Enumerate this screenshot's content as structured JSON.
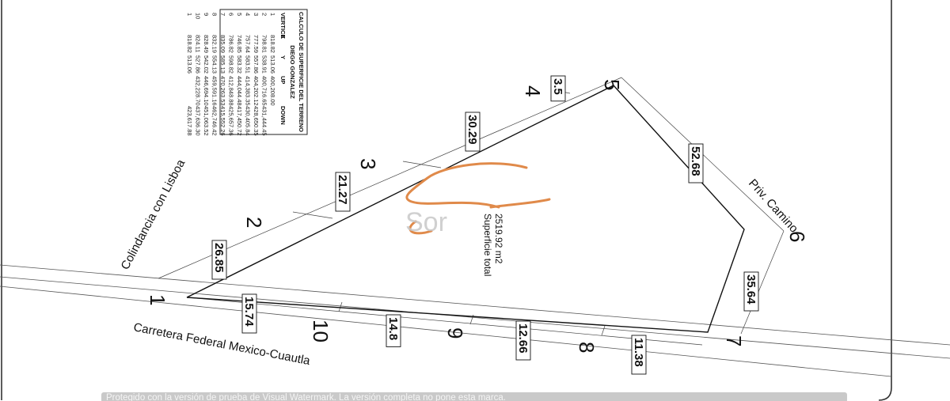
{
  "table": {
    "title": "CALCULO DE SUPERFICIE DEL TERRENO",
    "subtitle": "DIEGO GONZALEZ",
    "headers": [
      "VERTICE",
      "X",
      "Y",
      "UP",
      "DOWN"
    ],
    "rows": [
      [
        "1",
        "818.82",
        "513.06",
        "400,208.00",
        ""
      ],
      [
        "2",
        "798.81",
        "538.91",
        "400,716.65",
        "431,444.45"
      ],
      [
        "3",
        "777.59",
        "557.86",
        "404,202.12",
        "428,650.35"
      ],
      [
        "4",
        "757.64",
        "583.51",
        "414,383.35",
        "430,405.84"
      ],
      [
        "5",
        "746.85",
        "583.32",
        "444,044.48",
        "417,450.72"
      ],
      [
        "6",
        "786.82",
        "598.82",
        "412,848.88",
        "425,657.36"
      ],
      [
        "7",
        "835.09",
        "585.13",
        "470,263.53",
        "415,552.26"
      ],
      [
        "8",
        "832.19",
        "554.13",
        "459,591.16",
        "462,746.42"
      ],
      [
        "9",
        "828.49",
        "542.02",
        "446,694.10",
        "451,063.52"
      ],
      [
        "10",
        "824.11",
        "527.86",
        "432,228.70",
        "437,636.30"
      ],
      [
        "1",
        "818.82",
        "513.06",
        "",
        "423,617.88"
      ]
    ]
  },
  "vertices": [
    "1",
    "2",
    "3",
    "4",
    "5",
    "6",
    "7",
    "8",
    "9",
    "10"
  ],
  "dimensions": {
    "d1_2": "26.85",
    "d2_3": "21.27",
    "d3_4": "30.29",
    "d4_5": "3.5",
    "d5_6": "52.68",
    "d6_7": "35.64",
    "d7_8": "11.38",
    "d8_9": "12.66",
    "d9_10": "14.8",
    "d10_1": "15.74"
  },
  "labels": {
    "street_top": "Colindancia con Lisboa",
    "street_right": "Priv. Camino",
    "highway": "Carretera Federal Mexico-Cuautla",
    "area_title": "Superficie total",
    "area_value": "2519.92 m2",
    "logo_text": "Sor"
  },
  "watermark": "Protegido con la versión de prueba de Visual Watermark. La versión completa no pone esta marca.",
  "colors": {
    "logo": "#e08a4a",
    "line": "#111111"
  }
}
